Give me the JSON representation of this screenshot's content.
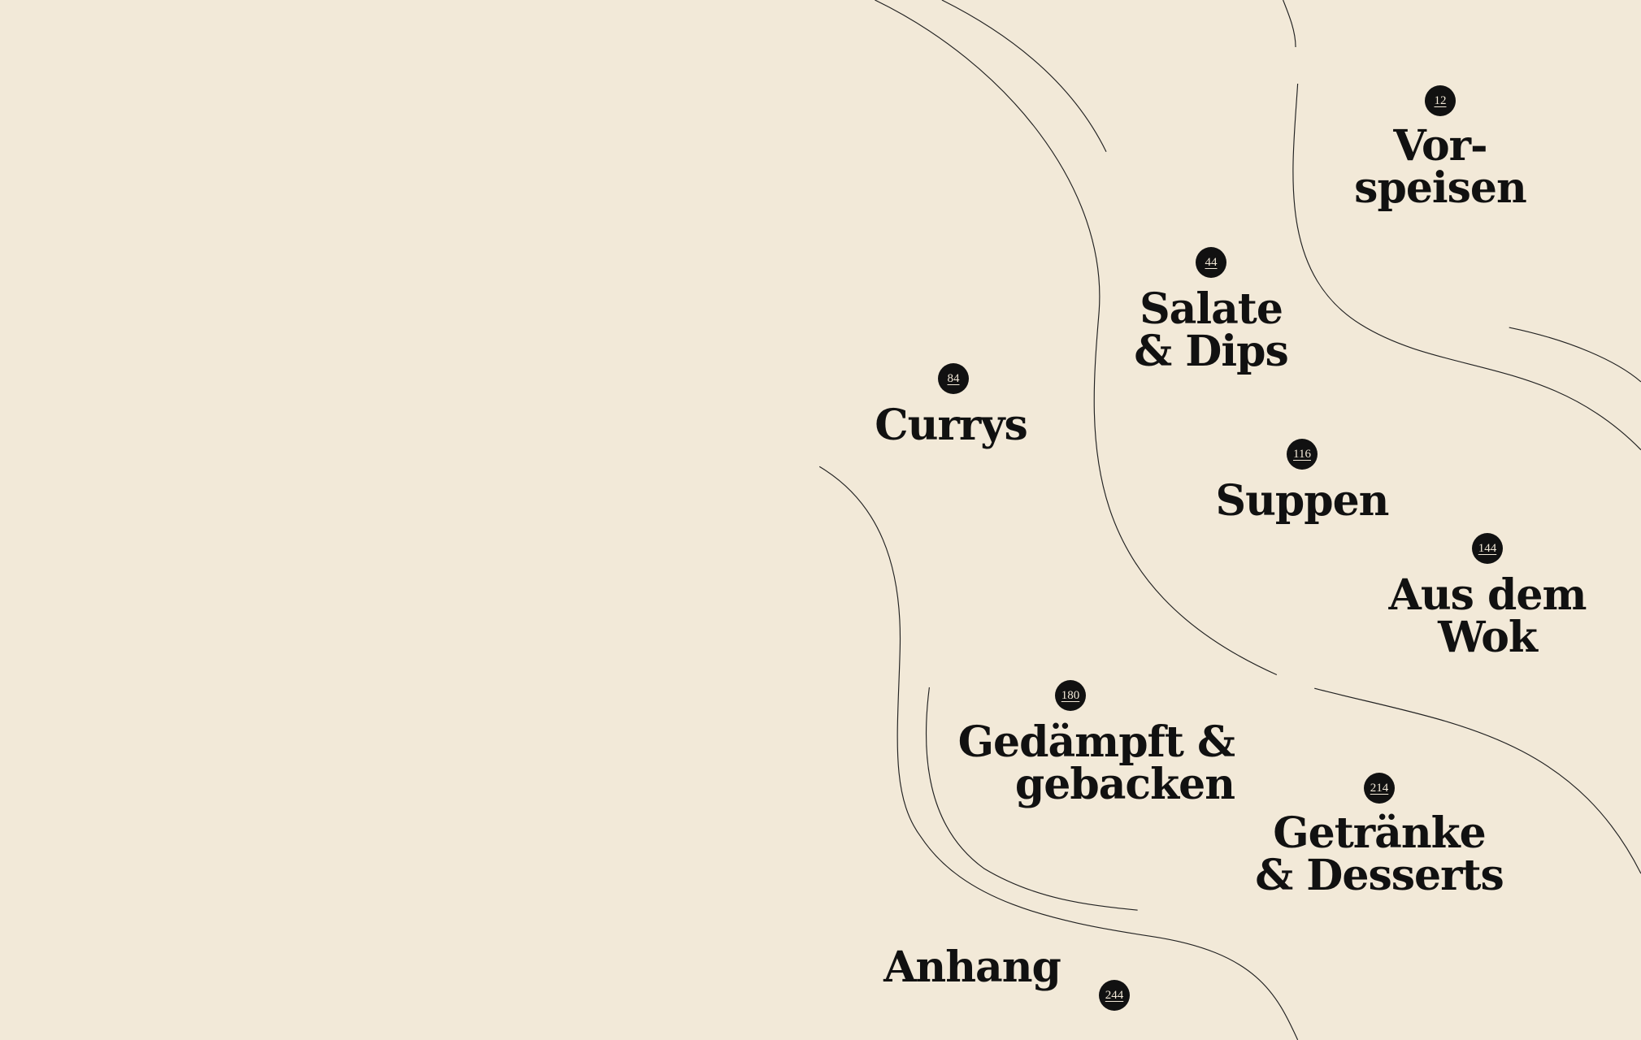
{
  "chapters": [
    {
      "page": "12",
      "title": "Vor-\nspeisen"
    },
    {
      "page": "44",
      "title": "Salate\n& Dips"
    },
    {
      "page": "84",
      "title": "Currys"
    },
    {
      "page": "116",
      "title": "Suppen"
    },
    {
      "page": "144",
      "title": "Aus dem\nWok"
    },
    {
      "page": "180",
      "title": "Gedämpft &\ngebacken"
    },
    {
      "page": "214",
      "title": "Getränke\n& Desserts"
    },
    {
      "page": "244",
      "title": "Anhang"
    }
  ],
  "colors": {
    "background": "#f2e9d8",
    "ink": "#111111"
  }
}
